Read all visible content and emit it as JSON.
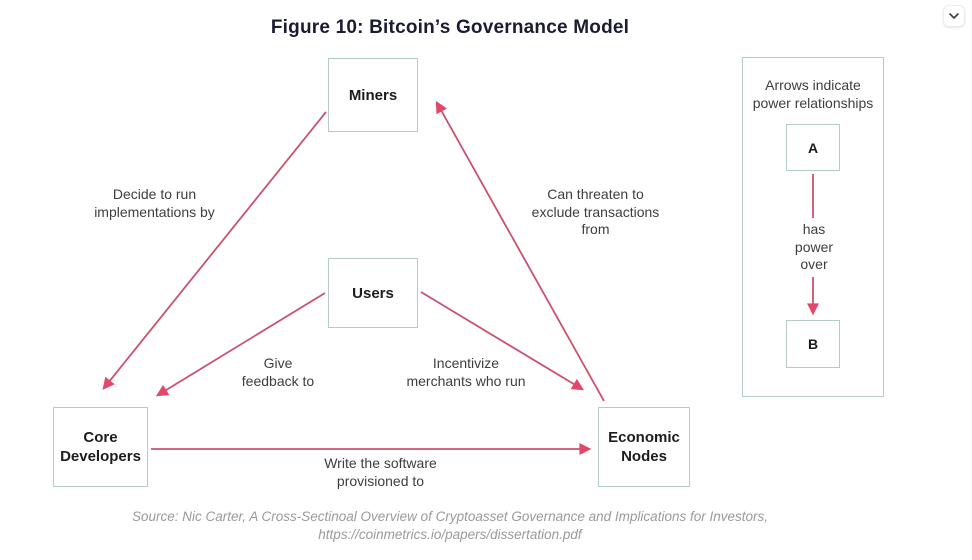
{
  "figure": {
    "title": "Figure 10: Bitcoin’s Governance Model"
  },
  "icons": {
    "collapse": "chevron-down"
  },
  "diagram": {
    "nodes": {
      "miners": {
        "label": "Miners"
      },
      "users": {
        "label": "Users"
      },
      "core_developers": {
        "label": "Core\nDevelopers"
      },
      "economic_nodes": {
        "label": "Economic\nNodes"
      }
    },
    "edges": {
      "miners_to_core_developers": {
        "label": "Decide to run\nimplementations by"
      },
      "economic_nodes_to_miners": {
        "label": "Can threaten to\nexclude transactions\nfrom"
      },
      "users_to_core_developers": {
        "label": "Give\nfeedback to"
      },
      "users_to_economic_nodes": {
        "label": "Incentivize\nmerchants who run"
      },
      "core_developers_to_economic_nodes": {
        "label": "Write the software\nprovisioned to"
      }
    }
  },
  "legend": {
    "caption": "Arrows indicate\npower relationships",
    "node_a": "A",
    "node_b": "B",
    "edge_label": "has\npower\nover"
  },
  "source": {
    "line1": "Source: Nic Carter, A Cross-Sectinoal Overview of Cryptoasset Governance and Implications for Investors,",
    "line2": "https://coinmetrics.io/papers/dissertation.pdf"
  },
  "colors": {
    "title": "#1b1b32",
    "label": "#3e3e40",
    "node_text": "#1c1c1e",
    "box_border": "#b5cbc8",
    "arrow_line": "#c9536f",
    "arrow_head": "#e2476a",
    "source": "#9a9a9a"
  }
}
